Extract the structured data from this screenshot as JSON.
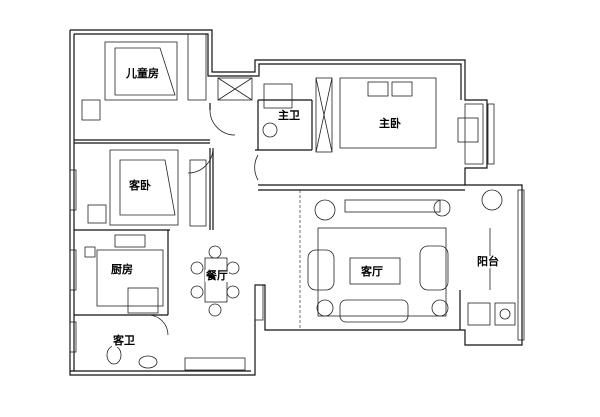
{
  "rooms": {
    "kids_room": "儿童房",
    "master_bath": "主卫",
    "master_bedroom": "主卧",
    "guest_bedroom": "客卧",
    "kitchen": "厨房",
    "dining_room": "餐厅",
    "living_room": "客厅",
    "balcony": "阳台",
    "guest_bath": "客卫"
  }
}
